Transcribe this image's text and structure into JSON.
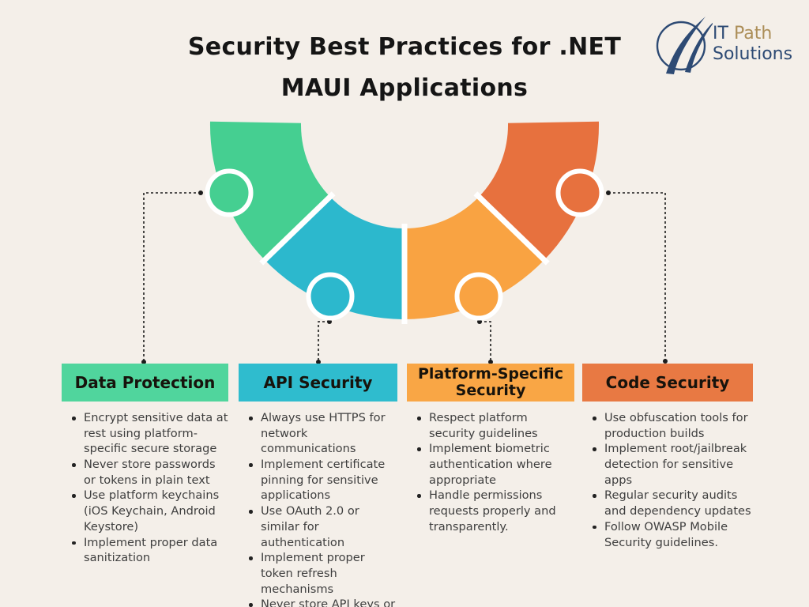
{
  "title": {
    "line1": "Security Best Practices for .NET",
    "line2": "MAUI Applications"
  },
  "logo": {
    "word_it": "IT",
    "word_path": "Path",
    "word_solutions": "Solutions",
    "navy": "#2d4a74",
    "gold": "#ac8e58"
  },
  "colors": {
    "background": "#f4efe9",
    "title_text": "#151515",
    "body_text": "#3e3e3e",
    "connector": "#1c1c1c",
    "divider_white": "#ffffff"
  },
  "categories": [
    {
      "name": "Data Protection",
      "segment_color": "#45cf91",
      "header_color": "#50d59d",
      "bullets": [
        "Encrypt sensitive data at rest using platform-specific secure storage",
        "Never store passwords or tokens in plain text",
        "Use platform keychains (iOS Keychain, Android Keystore)",
        "Implement proper data sanitization"
      ]
    },
    {
      "name": "API Security",
      "segment_color": "#2cb8cd",
      "header_color": "#2fbcce",
      "bullets": [
        "Always use HTTPS for network communications",
        "Implement certificate pinning for sensitive applications",
        "Use OAuth 2.0 or similar for authentication",
        "Implement proper token refresh mechanisms",
        "Never store API keys or secrets in code."
      ]
    },
    {
      "name": "Platform-Specific Security",
      "segment_color": "#f9a342",
      "header_color": "#f9a645",
      "bullets": [
        "Respect platform security guidelines",
        "Implement biometric authentication where appropriate",
        "Handle permissions requests properly and transparently."
      ]
    },
    {
      "name": "Code Security",
      "segment_color": "#e7713e",
      "header_color": "#e87943",
      "bullets": [
        "Use obfuscation tools for production builds",
        "Implement root/jailbreak detection for sensitive apps",
        "Regular security audits and dependency updates",
        "Follow OWASP Mobile Security guidelines."
      ]
    }
  ]
}
